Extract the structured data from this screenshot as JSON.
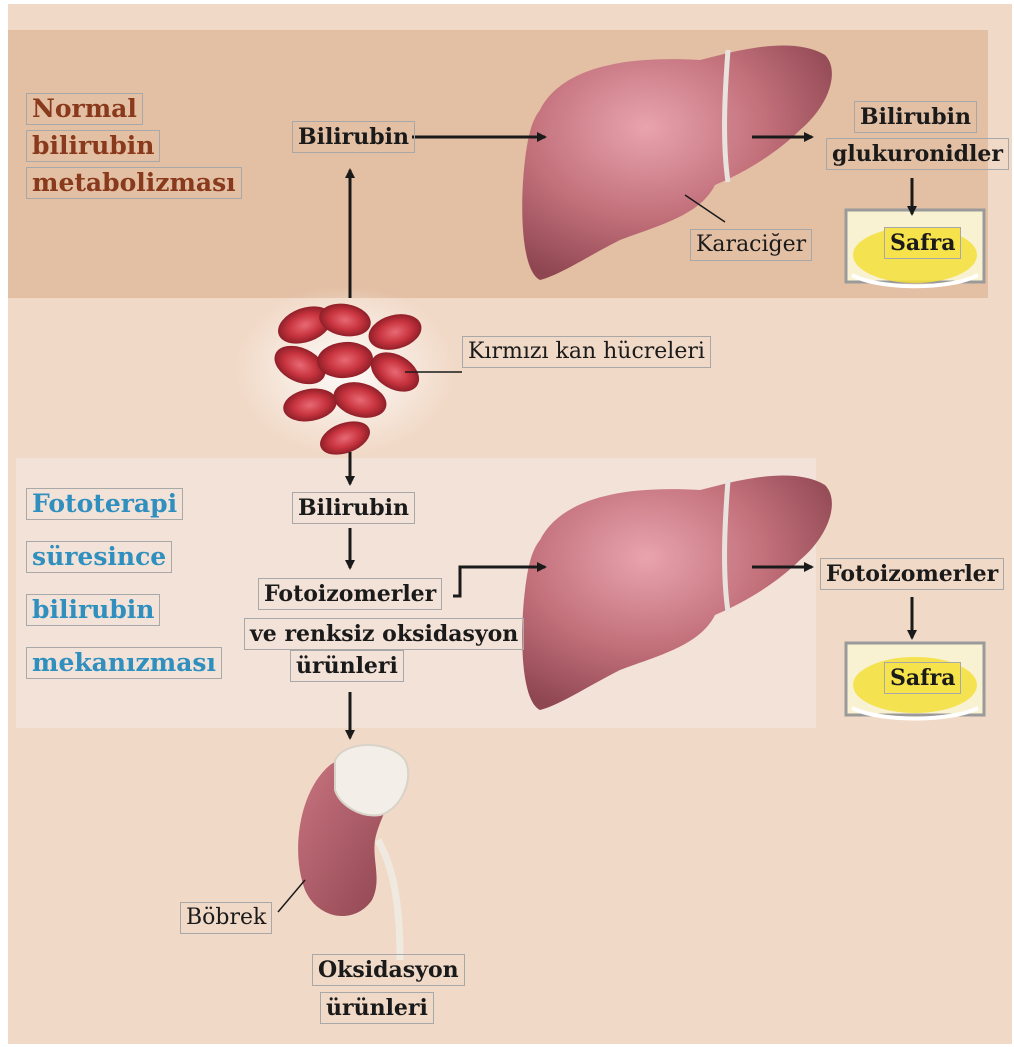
{
  "titles": {
    "normal": [
      "Normal",
      "bilirubin",
      "metabolizması"
    ],
    "phototherapy": [
      "Fototerapi",
      "süresince",
      "bilirubin",
      "mekanızması"
    ]
  },
  "labels": {
    "bilirubin_top": "Bilirubin",
    "bilirubin_glukuronidler_1": "Bilirubin",
    "bilirubin_glukuronidler_2": "glukuronidler",
    "safra_top": "Safra",
    "karaciger": "Karaciğer",
    "kirmizi_kan": "Kırmızı kan hücreleri",
    "bilirubin_mid": "Bilirubin",
    "fotoizomerler_left": "Fotoizomerler",
    "ve_renksiz": "ve renksiz oksidasyon",
    "urunleri_mid": "ürünleri",
    "fotoizomerler_right": "Fotoizomerler",
    "safra_bottom": "Safra",
    "bobrek": "Böbrek",
    "oksidasyon": "Oksidasyon",
    "urunleri_bottom": "ürünleri"
  },
  "colors": {
    "title_brown": "#8a3a1c",
    "title_blue": "#2f8fbf",
    "liver": "#b8636e",
    "blood_cell": "#c0323d",
    "safra_highlight": "#f6e24a"
  },
  "icons": [
    "liver-illustration",
    "red-blood-cells-illustration",
    "kidney-illustration",
    "bile-dish-illustration"
  ]
}
